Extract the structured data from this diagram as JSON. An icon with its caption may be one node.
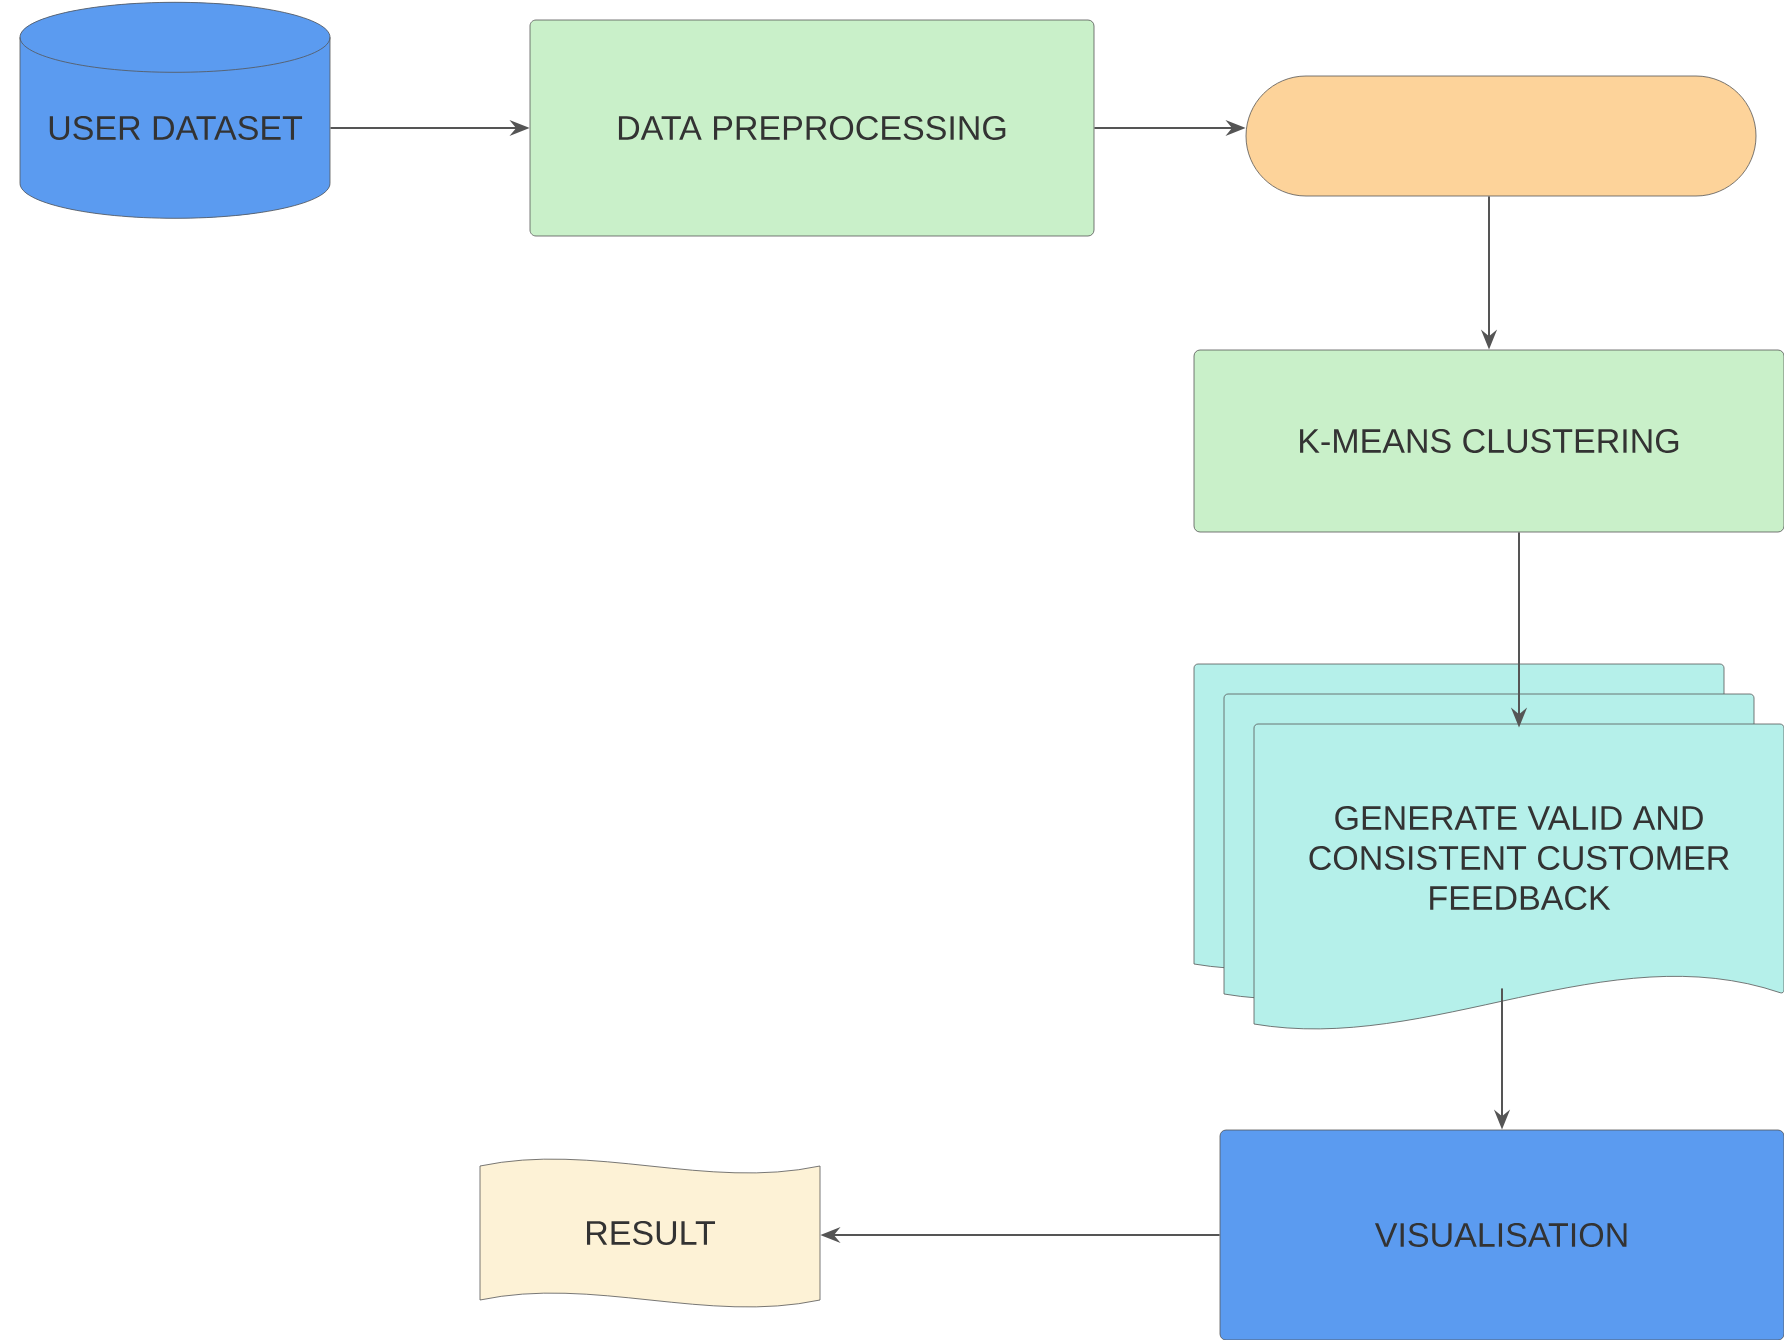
{
  "diagram": {
    "nodes": [
      {
        "text": [
          "USER DATASET"
        ]
      },
      {
        "text": [
          "DATA PREPROCESSING"
        ]
      },
      {
        "text": [],
        "shape": "pill"
      },
      {
        "text": [
          "K-MEANS CLUSTERING"
        ]
      },
      {
        "text": [
          "GENERATE VALID AND CONSISTENT CUSTOMER FEEDBACK"
        ]
      },
      {
        "text": [
          "VISUALISATION"
        ]
      },
      {
        "text": [
          "RESULT"
        ]
      }
    ],
    "edges": [
      {
        "from": 0,
        "to": 1,
        "arrow": "to"
      },
      {
        "from": 1,
        "to": 2,
        "arrow": "to"
      },
      {
        "from": 2,
        "to": 3,
        "arrow": "to"
      },
      {
        "from": 3,
        "to": 4,
        "arrow": "to"
      },
      {
        "from": 4,
        "to": 5,
        "arrow": "to"
      },
      {
        "from": 5,
        "to": 6,
        "arrow": "to"
      }
    ]
  }
}
